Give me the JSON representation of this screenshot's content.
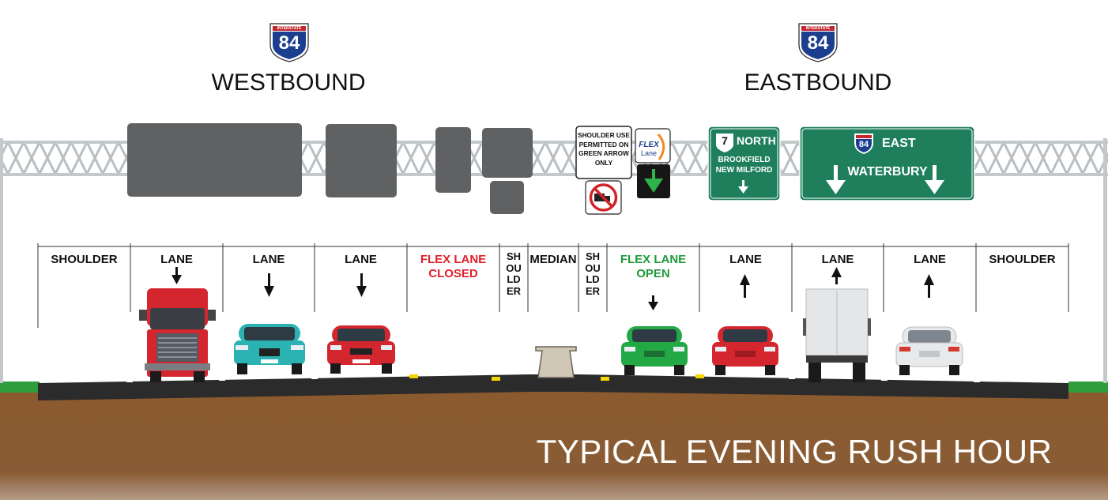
{
  "westbound": {
    "title": "WESTBOUND",
    "shield_text": "84",
    "shield_header": "INTERSTATE"
  },
  "eastbound": {
    "title": "EASTBOUND",
    "shield_text": "84",
    "shield_header": "INTERSTATE"
  },
  "signs": {
    "shoulder_use": [
      "SHOULDER USE",
      "PERMITTED ON",
      "GREEN ARROW",
      "ONLY"
    ],
    "flex_logo_top": "FLEX",
    "flex_logo_bottom": "Lane",
    "route7": {
      "number": "7",
      "direction": "NORTH",
      "line1": "BROOKFIELD",
      "line2": "NEW MILFORD"
    },
    "i84east": {
      "number": "84",
      "direction": "EAST",
      "destination": "WATERBURY"
    }
  },
  "lanes": {
    "shoulder_left": "SHOULDER",
    "lane1": "LANE",
    "lane2": "LANE",
    "lane3": "LANE",
    "flex_closed_1": "FLEX LANE",
    "flex_closed_2": "CLOSED",
    "shoulder_inner_w": "SHOULDER",
    "median": "MEDIAN",
    "shoulder_inner_e": "SHOULDER",
    "flex_open_1": "FLEX LANE",
    "flex_open_2": "OPEN",
    "lane4": "LANE",
    "lane5": "LANE",
    "lane6": "LANE",
    "shoulder_right": "SHOULDER"
  },
  "caption": "TYPICAL EVENING RUSH HOUR",
  "colors": {
    "closed": "#e0202a",
    "open": "#1e9a3a",
    "sign_green": "#1f7f5c",
    "shield_blue": "#1b3e8f",
    "shield_red": "#c4262e",
    "dirt": "#8a5c36",
    "grass": "#2e9e3c",
    "gantry": "#cfd3d6"
  }
}
